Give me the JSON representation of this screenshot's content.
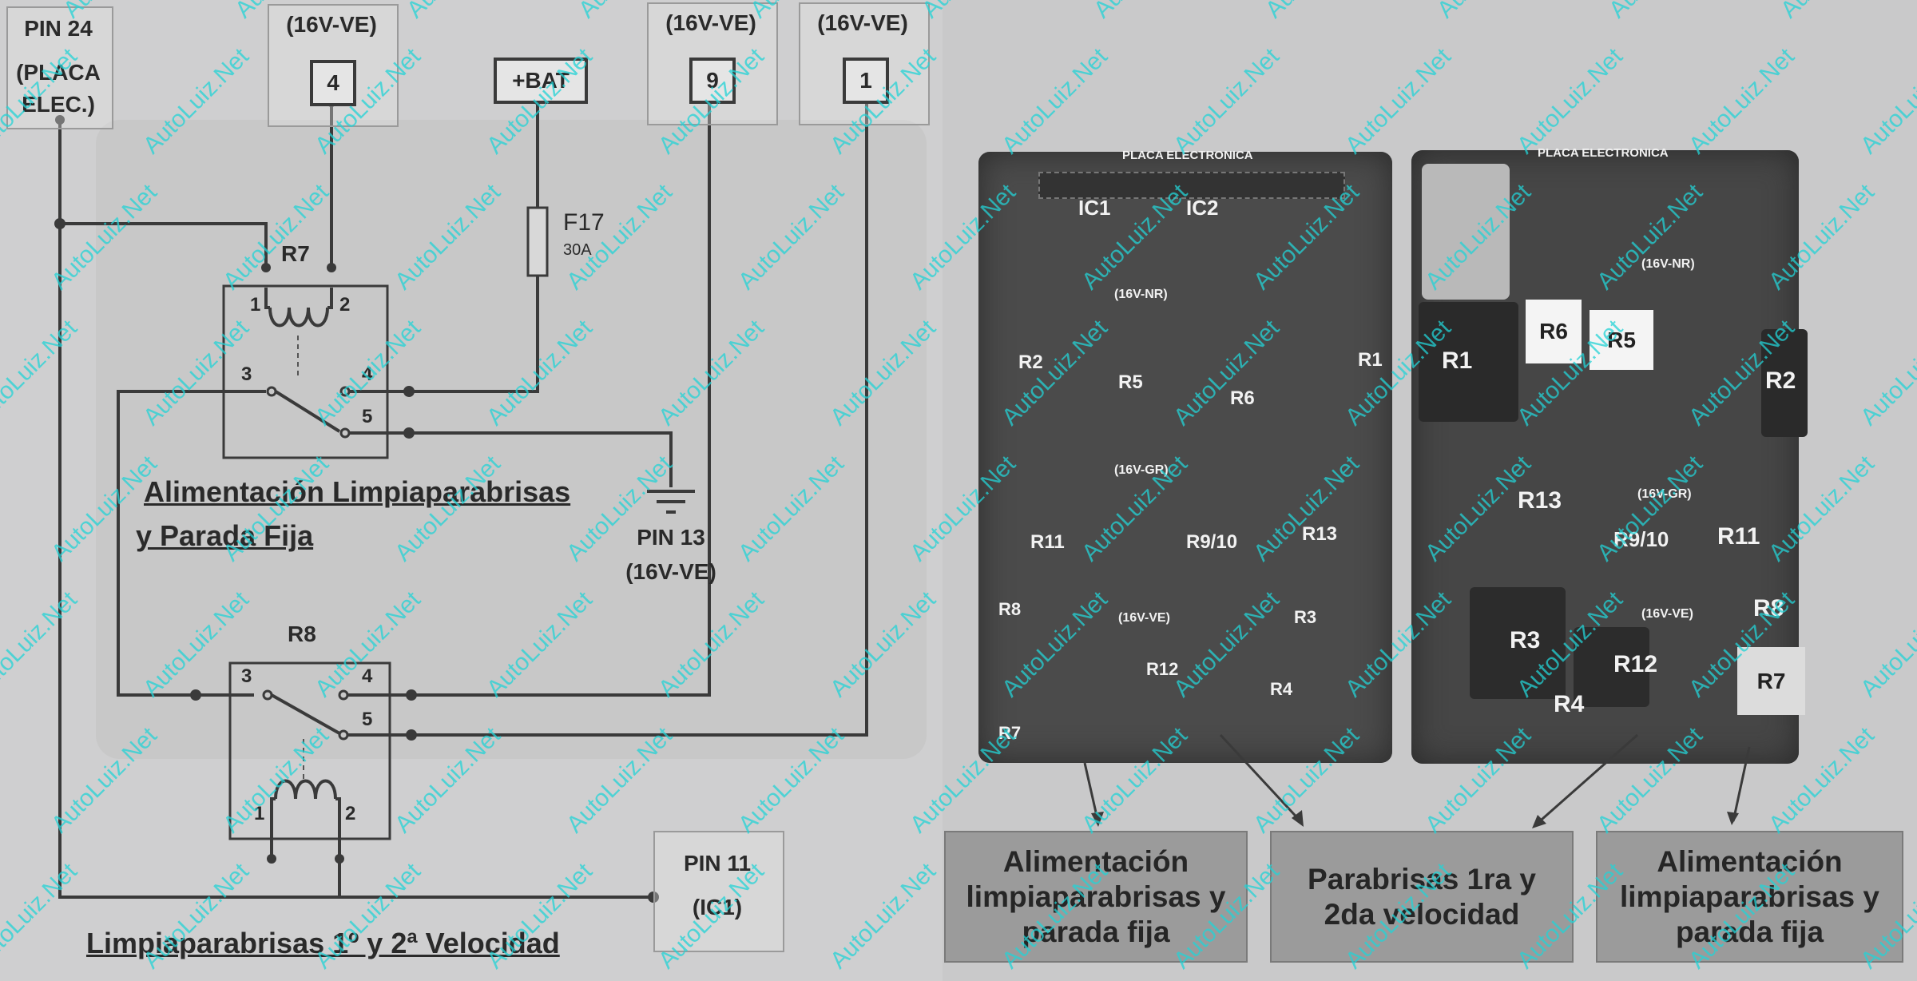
{
  "schematic": {
    "pin24": "PIN 24",
    "pin24_sub1": "(PLACA",
    "pin24_sub2": "ELEC.)",
    "conn4_header": "(16V-VE)",
    "conn4_num": "4",
    "bat_label": "+BAT",
    "conn9_header": "(16V-VE)",
    "conn9_num": "9",
    "conn1_header": "(16V-VE)",
    "conn1_num": "1",
    "fuse_name": "F17",
    "fuse_rating": "30A",
    "relay_r7": {
      "name": "R7",
      "t1": "1",
      "t2": "2",
      "t3": "3",
      "t4": "4",
      "t5": "5"
    },
    "relay_r8": {
      "name": "R8",
      "t1": "1",
      "t2": "2",
      "t3": "3",
      "t4": "4",
      "t5": "5"
    },
    "ground_label1": "PIN 13",
    "ground_label2": "(16V-VE)",
    "section1_line1": "Alimentación Limpiaparabrisas",
    "section1_line2": "y Parada Fija",
    "pin11_line1": "PIN 11",
    "pin11_line2": "(IC1)",
    "section2": "Limpiaparabrisas 1º y 2ª Velocidad"
  },
  "pcb_left": {
    "title": "PLACA ELECTRONICA",
    "labels": [
      "IC1",
      "IC2",
      "(16V-NR)",
      "R2",
      "R5",
      "R1",
      "R6",
      "(16V-GR)",
      "R13",
      "R11",
      "R9/10",
      "R8",
      "(16V-VE)",
      "R3",
      "R12",
      "R4",
      "R7"
    ]
  },
  "pcb_right": {
    "title": "PLACA ELECTRONICA",
    "labels": [
      "(16V-NR)",
      "R6",
      "R5",
      "R1",
      "R2",
      "R13",
      "(16V-GR)",
      "R9/10",
      "R11",
      "(16V-VE)",
      "R8",
      "R3",
      "R12",
      "R4",
      "R7"
    ]
  },
  "captions": {
    "c1": "Alimentación limpiaparabrisas y parada fija",
    "c2": "Parabrisas 1ra y 2da velocidad",
    "c3": "Alimentación limpiaparabrisas y parada fija"
  },
  "watermark": "AutoLuiz.Net",
  "colors": {
    "wire": "#3a3a3a",
    "background": "#cfcfd0",
    "pcb": "#4a4a4a",
    "caption_bg": "#9b9b9b",
    "watermark": "#23d3d6"
  }
}
